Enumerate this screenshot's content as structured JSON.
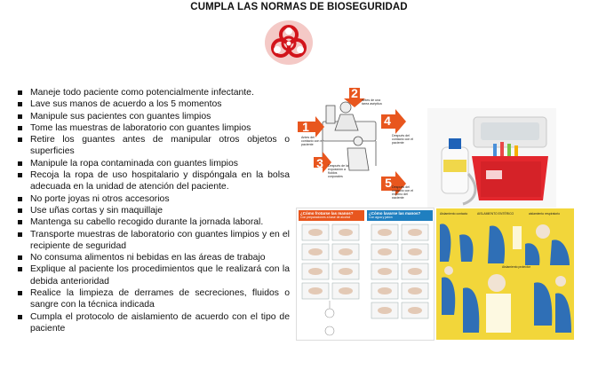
{
  "header": {
    "title": "CUMPLA LAS NORMAS DE BIOSEGURIDAD",
    "hazard_icon": "biohazard-icon",
    "hazard_color": "#d2141b"
  },
  "rules": [
    "Maneje todo paciente como potencialmente infectante.",
    "Lave sus manos de acuerdo a los 5 momentos",
    "Manipule sus pacientes con guantes limpios",
    "Tome las muestras de laboratorio con guantes limpios",
    "Retire los guantes antes de manipular otros objetos o superficies",
    "Manipule la ropa contaminada con guantes limpios",
    "Recoja la ropa de uso hospitalario y dispóngala en la bolsa adecuada en la unidad de atención del paciente.",
    "No porte joyas ni otros accesorios",
    "Use uñas cortas y sin maquillaje",
    "Mantenga su cabello recogido durante la jornada laboral.",
    "Transporte muestras de laboratorio con guantes limpios y en el recipiente de seguridad",
    "No consuma alimentos ni bebidas en las áreas de trabajo",
    "Explique al paciente los procedimientos que le realizará con la debida anterioridad",
    "Realice la limpieza de derrames de secreciones, fluidos o sangre con la técnica indicada",
    "Cumpla el protocolo de aislamiento de acuerdo con el tipo de paciente"
  ],
  "moments": {
    "accent_color": "#e8561e",
    "numbers": [
      "1",
      "2",
      "3",
      "4",
      "5"
    ],
    "labels": [
      "Antes del contacto con el paciente",
      "Antes de una tarea aséptica",
      "Después de la exposición a fluidos corporales",
      "Después del contacto con el paciente",
      "Después del contacto con el entorno del paciente"
    ]
  },
  "handwash": {
    "headers": [
      "¿Cómo frotarse las manos?",
      "¿Cómo lavarse las manos?"
    ],
    "subheaders": [
      "Con preparaciones a base de alcohol",
      "Con agua y jabón"
    ],
    "header_colors": [
      "#e8561e",
      "#1f7fc0"
    ]
  },
  "ppe": {
    "captions": [
      "Aislamiento contacto",
      "AISLAMIENTO ENTÉRICO",
      "aislamiento respiratorio",
      "Aislamiento protector"
    ],
    "bg_color": "#f2d63a",
    "figure_color": "#2f6fb6"
  }
}
